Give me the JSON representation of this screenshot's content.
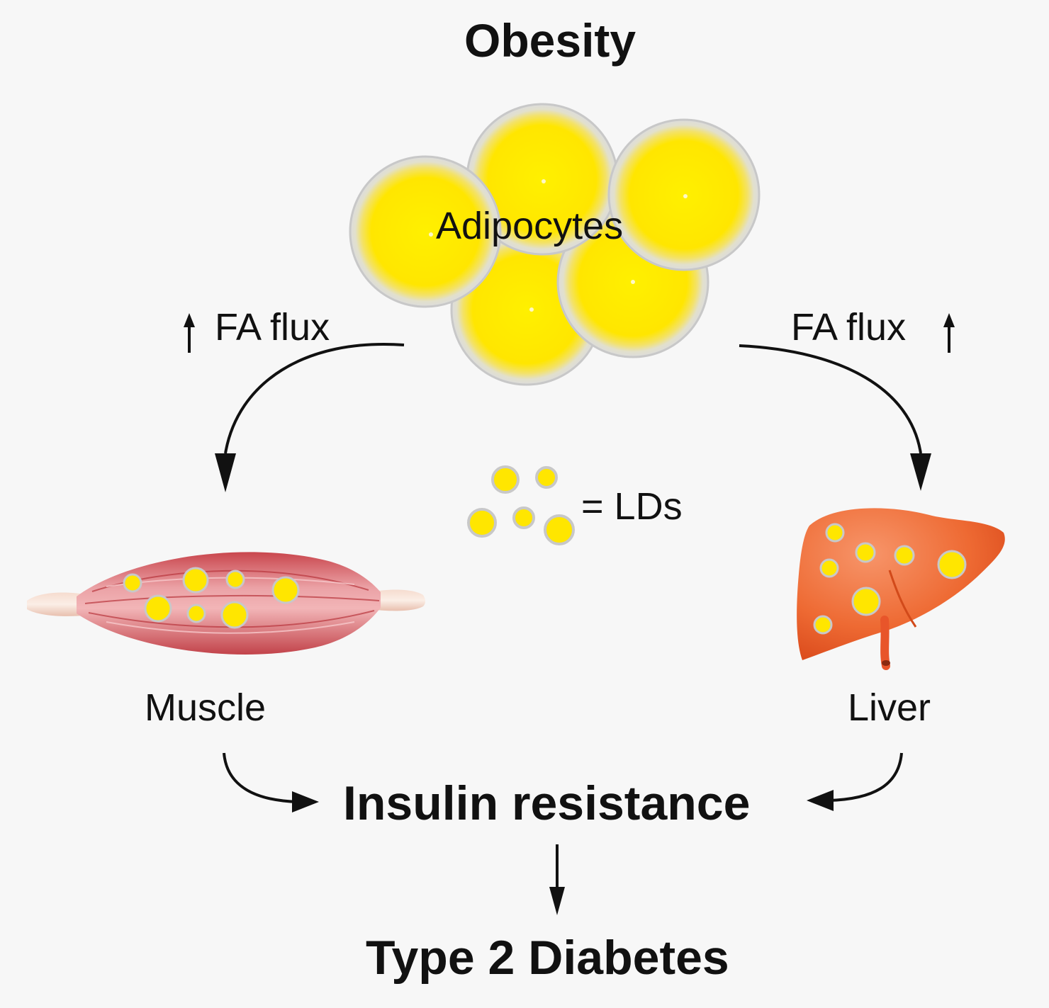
{
  "title": "Obesity",
  "adipocytes_label": "Adipocytes",
  "left_flux": {
    "label": "FA flux",
    "arrow": "up-arrow-icon"
  },
  "right_flux": {
    "label": "FA flux",
    "arrow": "up-arrow-icon"
  },
  "legend": {
    "label": "= LDs"
  },
  "organs": {
    "muscle": "Muscle",
    "liver": "Liver"
  },
  "insulin_resistance": "Insulin resistance",
  "outcome": "Type 2 Diabetes",
  "colors": {
    "lipid": "#ffe600",
    "lipid_edge": "#c8c8c8",
    "muscle": "#e6848a",
    "tendon": "#f4d3c6",
    "liver": "#ef6a2e",
    "arrow": "#111111"
  }
}
